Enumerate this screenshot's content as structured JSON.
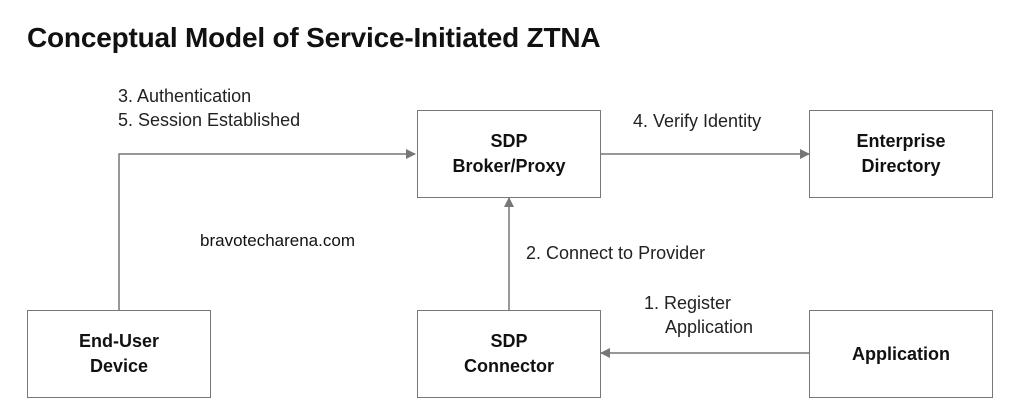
{
  "title": "Conceptual Model of Service-Initiated ZTNA",
  "watermark": "bravotecharena.com",
  "nodes": {
    "broker": {
      "line1": "SDP",
      "line2": "Broker/Proxy"
    },
    "directory": {
      "line1": "Enterprise",
      "line2": "Directory"
    },
    "enduser": {
      "line1": "End-User",
      "line2": "Device"
    },
    "connector": {
      "line1": "SDP",
      "line2": "Connector"
    },
    "application": {
      "line1": "Application"
    }
  },
  "edges": {
    "auth": {
      "line1": "3. Authentication",
      "line2": "5. Session Established"
    },
    "verify": {
      "line1": "4. Verify Identity"
    },
    "connect": {
      "line1": "2. Connect to Provider"
    },
    "register": {
      "line1": "1. Register",
      "line2": "Application"
    }
  },
  "colors": {
    "line": "#777777",
    "text": "#111111"
  }
}
